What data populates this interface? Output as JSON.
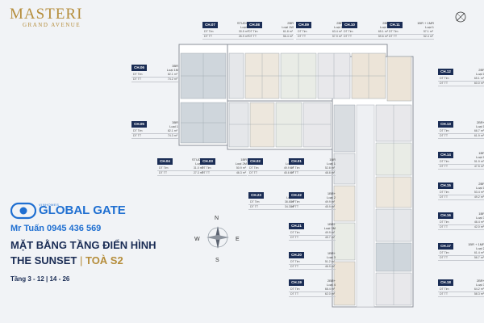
{
  "brand": {
    "name": "MASTERI",
    "sub": "GRAND AVENUE"
  },
  "global_gate": {
    "top": "VINHOMES",
    "name": "GLOBAL GATE"
  },
  "contact": "Mr Tuấn 0945 436 569",
  "title": {
    "line1": "MẶT BẰNG TẦNG ĐIỂN HÌNH",
    "line2": "THE SUNSET",
    "separator": "|",
    "tower": "TOÀ S2"
  },
  "floors": "Tầng 3 - 12  |  14 - 26",
  "compass": {
    "n": "N",
    "e": "E",
    "s": "S",
    "w": "W"
  },
  "labels": {
    "dt_tim": "DT Tim",
    "dt_tt": "DT TT"
  },
  "colors": {
    "navy": "#1b2d55",
    "gold": "#b58d3b",
    "blue": "#1f6fd1"
  },
  "units": [
    {
      "code": "CH.07",
      "type": "STUDIO",
      "layout": "Loại 1",
      "tim": "30.5 m²",
      "tt": "26.9 m²"
    },
    {
      "code": "CH.08",
      "type": "2BR",
      "layout": "Loại 1W",
      "tim": "61.8 m²",
      "tt": "56.4 m²"
    },
    {
      "code": "CH.09",
      "type": "2BR",
      "layout": "Loại 1",
      "tim": "63.4 m²",
      "tt": "57.9 m²"
    },
    {
      "code": "CH.10",
      "type": "2BR",
      "layout": "Loại 2",
      "tim": "65.1 m²",
      "tt": "59.6 m²"
    },
    {
      "code": "CH.11",
      "type": "1BR + 1MR",
      "layout": "Loại 1",
      "tim": "57.1 m²",
      "tt": "52.4 m²"
    },
    {
      "code": "CH.06",
      "type": "3BR",
      "layout": "Loại 1M",
      "tim": "82.1 m²",
      "tt": "74.2 m²"
    },
    {
      "code": "CH.05",
      "type": "3BR",
      "layout": "Loại 1",
      "tim": "82.1 m²",
      "tt": "74.3 m²"
    },
    {
      "code": "CH.12",
      "type": "2BR",
      "layout": "Loại 1",
      "tim": "65.1 m²",
      "tt": "60.0 m²"
    },
    {
      "code": "CH.13",
      "type": "2BR+",
      "layout": "Loại 1",
      "tim": "66.7 m²",
      "tt": "61.9 m²"
    },
    {
      "code": "CH.14",
      "type": "1BR",
      "layout": "Loại 1",
      "tim": "51.9 m²",
      "tt": "47.5 m²"
    },
    {
      "code": "CH.04",
      "type": "STUDIO",
      "layout": "Loại 1",
      "tim": "31.0 m²",
      "tt": "27.3 m²"
    },
    {
      "code": "CH.03",
      "type": "1BR",
      "layout": "Loại 2M",
      "tim": "50.9 m²",
      "tt": "46.3 m²"
    },
    {
      "code": "CH.02",
      "type": "1BR",
      "layout": "Loại 2",
      "tim": "49.9 m²",
      "tt": "45.6 m²"
    },
    {
      "code": "CH.01",
      "type": "1BR",
      "layout": "Loại 1",
      "tim": "52.8 m²",
      "tt": "48.8 m²"
    },
    {
      "code": "CH.15",
      "type": "2BR",
      "layout": "Loại 1",
      "tim": "53.4 m²",
      "tt": "49.2 m²"
    },
    {
      "code": "CH.23",
      "type": "1BR",
      "layout": "Loại 3",
      "tim": "38.8 m²",
      "tt": "34.3 m²"
    },
    {
      "code": "CH.22",
      "type": "1BR+",
      "layout": "Loại 2",
      "tim": "49.9 m²",
      "tt": "45.9 m²"
    },
    {
      "code": "CH.16",
      "type": "1BR",
      "layout": "Loại 3",
      "tim": "46.4 m²",
      "tt": "42.0 m²"
    },
    {
      "code": "CH.21",
      "type": "1BR+",
      "layout": "Loại 3M",
      "tim": "49.9 m²",
      "tt": "45.7 m²"
    },
    {
      "code": "CH.20",
      "type": "1BR+",
      "layout": "Loại 3",
      "tim": "51.2 m²",
      "tt": "46.9 m²"
    },
    {
      "code": "CH.17",
      "type": "1BR + 1MR",
      "layout": "Loại 2",
      "tim": "61.4 m²",
      "tt": "56.7 m²"
    },
    {
      "code": "CH.19",
      "type": "2BR+",
      "layout": "Loại 4",
      "tim": "68.4 m²",
      "tt": "62.0 m²"
    },
    {
      "code": "CH.18",
      "type": "2BR+",
      "layout": "Loại 3",
      "tim": "64.2 m²",
      "tt": "58.3 m²"
    }
  ]
}
